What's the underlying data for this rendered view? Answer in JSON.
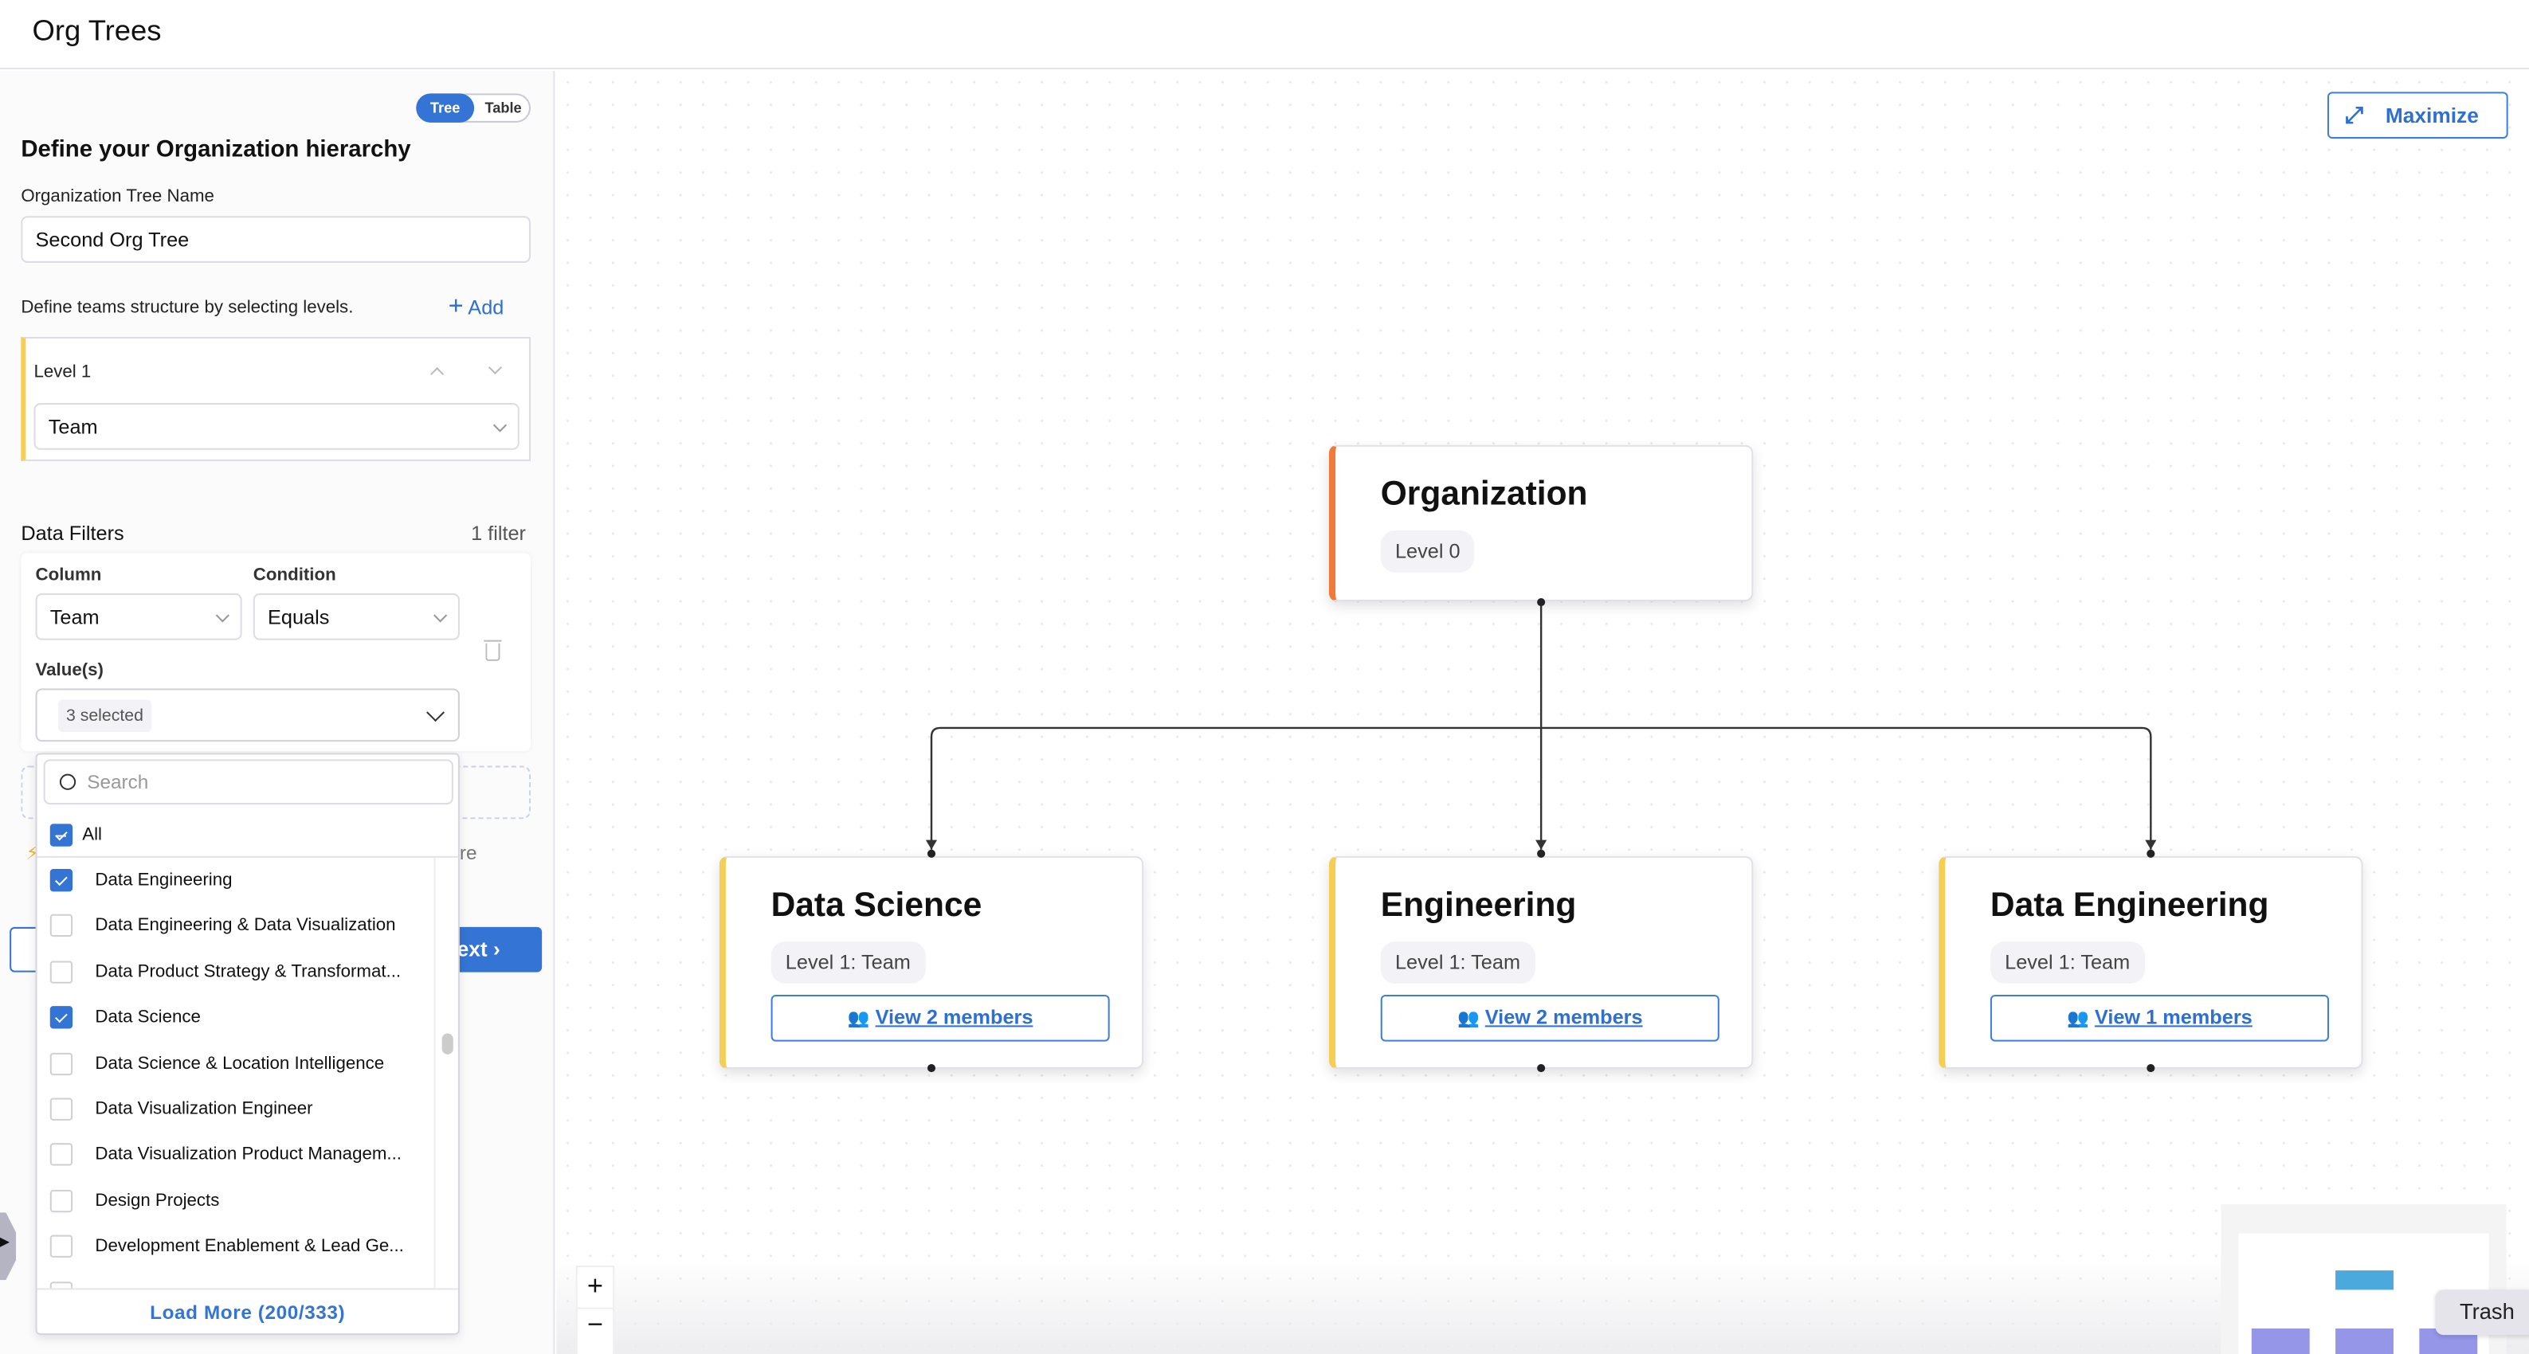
{
  "header": {
    "title": "Org Trees"
  },
  "view_toggle": {
    "tree": "Tree",
    "table": "Table",
    "active": "Tree"
  },
  "form": {
    "heading": "Define your Organization hierarchy",
    "tree_name_label": "Organization Tree Name",
    "tree_name_value": "Second Org Tree",
    "levels_hint": "Define teams structure by selecting levels.",
    "add_label": "Add",
    "levels": [
      {
        "label": "Level 1",
        "value": "Team"
      }
    ]
  },
  "filters": {
    "title": "Data Filters",
    "count": "1 filter",
    "column_label": "Column",
    "column_value": "Team",
    "condition_label": "Condition",
    "condition_value": "Equals",
    "values_label": "Value(s)",
    "values_summary": "3 selected",
    "partial_hint": "re"
  },
  "dropdown": {
    "search_placeholder": "Search",
    "all_label": "All",
    "items": [
      {
        "label": "Data Engineering",
        "checked": true
      },
      {
        "label": "Data Engineering & Data Visualization",
        "checked": false
      },
      {
        "label": "Data Product Strategy & Transformat...",
        "checked": false
      },
      {
        "label": "Data Science",
        "checked": true
      },
      {
        "label": "Data Science & Location Intelligence",
        "checked": false
      },
      {
        "label": "Data Visualization Engineer",
        "checked": false
      },
      {
        "label": "Data Visualization Product Managem...",
        "checked": false
      },
      {
        "label": "Design Projects",
        "checked": false
      },
      {
        "label": "Development Enablement & Lead Ge...",
        "checked": false
      }
    ],
    "load_more": "Load More (200/333)"
  },
  "footer": {
    "next_label": "Next"
  },
  "canvas": {
    "maximize_label": "Maximize",
    "root": {
      "title": "Organization",
      "level": "Level 0",
      "accent": "#f07a3a"
    },
    "children": [
      {
        "title": "Data Science",
        "level": "Level 1: Team",
        "members": "View 2 members"
      },
      {
        "title": "Engineering",
        "level": "Level 1: Team",
        "members": "View 2 members"
      },
      {
        "title": "Data Engineering",
        "level": "Level 1: Team",
        "members": "View 1 members"
      }
    ],
    "child_accent": "#f5cf55",
    "zoom_in": "+",
    "zoom_out": "−"
  },
  "tooltip": {
    "trash": "Trash"
  },
  "colors": {
    "primary": "#3474d4"
  }
}
